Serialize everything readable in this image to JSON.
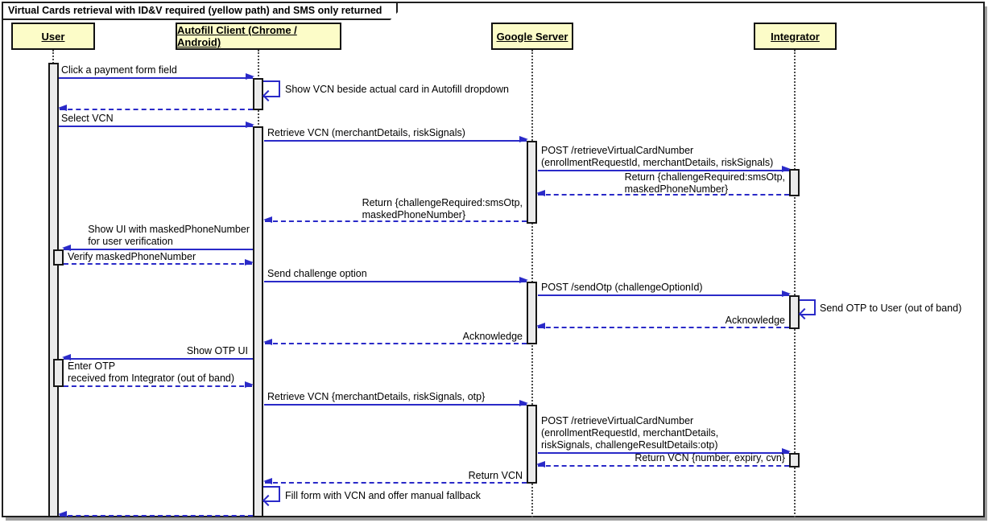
{
  "title": "Virtual Cards retrieval with ID&V required (yellow path) and SMS only returned",
  "diagram_type": "sequence-diagram",
  "colors": {
    "arrow": "#2a2ac8",
    "participant_fill": "#fcfcc8",
    "participant_border": "#111111",
    "activation_fill": "#ebebeb",
    "frame_border": "#1f1f1f",
    "shadow": "#9e9e9e"
  },
  "participants": [
    {
      "name": "User"
    },
    {
      "name": "Autofill Client (Chrome / Android)"
    },
    {
      "name": "Google Server"
    },
    {
      "name": "Integrator"
    }
  ],
  "messages": [
    {
      "from": "User",
      "to": "Autofill Client",
      "type": "solid",
      "label": "Click a payment form field"
    },
    {
      "from": "Autofill Client",
      "to": "Autofill Client",
      "type": "self",
      "label": "Show VCN beside actual card in Autofill dropdown"
    },
    {
      "from": "Autofill Client",
      "to": "User",
      "type": "dashed-return",
      "label": ""
    },
    {
      "from": "User",
      "to": "Autofill Client",
      "type": "solid",
      "label": "Select VCN"
    },
    {
      "from": "Autofill Client",
      "to": "Google Server",
      "type": "solid",
      "label": "Retrieve VCN (merchantDetails, riskSignals)"
    },
    {
      "from": "Google Server",
      "to": "Integrator",
      "type": "solid",
      "label": "POST /retrieveVirtualCardNumber\n(enrollmentRequestId, merchantDetails, riskSignals)"
    },
    {
      "from": "Integrator",
      "to": "Google Server",
      "type": "dashed-return",
      "label": "Return {challengeRequired:smsOtp,\nmaskedPhoneNumber}"
    },
    {
      "from": "Google Server",
      "to": "Autofill Client",
      "type": "dashed-return",
      "label": "Return {challengeRequired:smsOtp,\nmaskedPhoneNumber}"
    },
    {
      "from": "Autofill Client",
      "to": "User",
      "type": "solid",
      "label": "Show UI with maskedPhoneNumber\nfor user verification"
    },
    {
      "from": "User",
      "to": "Autofill Client",
      "type": "dashed-return",
      "label": "Verify maskedPhoneNumber"
    },
    {
      "from": "Autofill Client",
      "to": "Google Server",
      "type": "solid",
      "label": "Send challenge option"
    },
    {
      "from": "Google Server",
      "to": "Integrator",
      "type": "solid",
      "label": "POST /sendOtp (challengeOptionId)"
    },
    {
      "from": "Integrator",
      "to": "Integrator",
      "type": "self",
      "label": "Send OTP to User (out of band)"
    },
    {
      "from": "Integrator",
      "to": "Google Server",
      "type": "dashed-return",
      "label": "Acknowledge"
    },
    {
      "from": "Google Server",
      "to": "Autofill Client",
      "type": "dashed-return",
      "label": "Acknowledge"
    },
    {
      "from": "Autofill Client",
      "to": "User",
      "type": "solid",
      "label": "Show OTP UI"
    },
    {
      "from": "User",
      "to": "Autofill Client",
      "type": "dashed-return",
      "label": "Enter OTP\nreceived from Integrator (out of band)"
    },
    {
      "from": "Autofill Client",
      "to": "Google Server",
      "type": "solid",
      "label": "Retrieve VCN {merchantDetails, riskSignals, otp}"
    },
    {
      "from": "Google Server",
      "to": "Integrator",
      "type": "solid",
      "label": "POST /retrieveVirtualCardNumber\n(enrollmentRequestId, merchantDetails,\nriskSignals, challengeResultDetails:otp)"
    },
    {
      "from": "Integrator",
      "to": "Google Server",
      "type": "dashed-return",
      "label": "Return VCN {number, expiry, cvn}"
    },
    {
      "from": "Google Server",
      "to": "Autofill Client",
      "type": "dashed-return",
      "label": "Return VCN"
    },
    {
      "from": "Autofill Client",
      "to": "Autofill Client",
      "type": "self",
      "label": "Fill form with VCN and offer manual fallback"
    },
    {
      "from": "Autofill Client",
      "to": "User",
      "type": "dashed-return",
      "label": ""
    }
  ]
}
